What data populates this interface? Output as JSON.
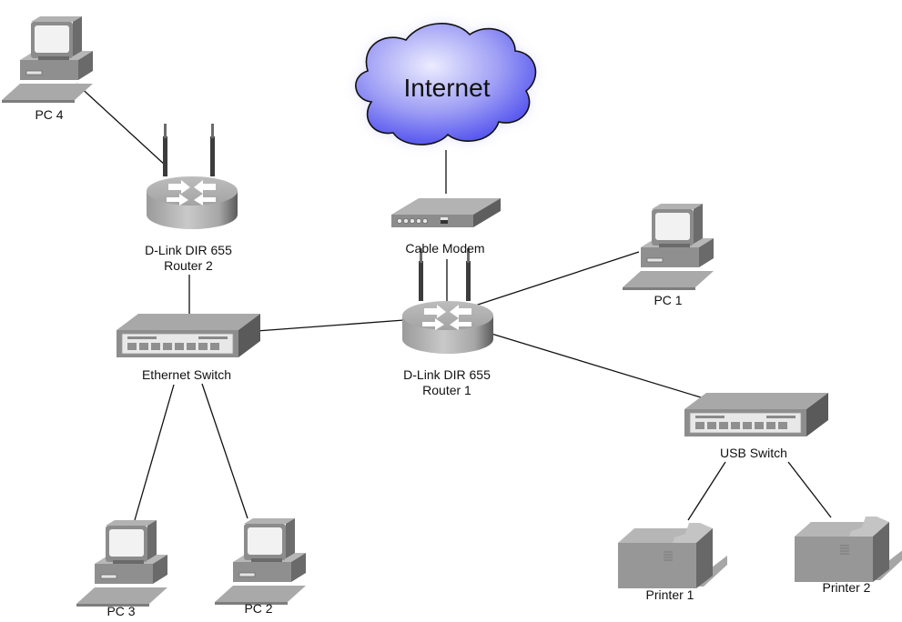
{
  "diagram": {
    "title": "Home network topology",
    "nodes": {
      "internet": {
        "label": "Internet",
        "type": "cloud",
        "fill_light": "#e8e8ff",
        "fill_dark": "#4d4dee"
      },
      "cable_modem": {
        "label": "Cable Modem",
        "type": "modem"
      },
      "router1": {
        "label_line1": "D-Link DIR 655",
        "label_line2": "Router 1",
        "type": "wireless-router"
      },
      "router2": {
        "label_line1": "D-Link DIR 655",
        "label_line2": "Router 2",
        "type": "wireless-router"
      },
      "ethernet_switch": {
        "label": "Ethernet Switch",
        "type": "switch"
      },
      "usb_switch": {
        "label": "USB Switch",
        "type": "switch"
      },
      "pc1": {
        "label": "PC 1",
        "type": "pc"
      },
      "pc2": {
        "label": "PC 2",
        "type": "pc"
      },
      "pc3": {
        "label": "PC 3",
        "type": "pc"
      },
      "pc4": {
        "label": "PC 4",
        "type": "pc"
      },
      "printer1": {
        "label": "Printer 1",
        "type": "printer"
      },
      "printer2": {
        "label": "Printer 2",
        "type": "printer"
      }
    },
    "edges": [
      {
        "from": "internet",
        "to": "cable_modem"
      },
      {
        "from": "cable_modem",
        "to": "router1"
      },
      {
        "from": "router1",
        "to": "pc1"
      },
      {
        "from": "router1",
        "to": "ethernet_switch"
      },
      {
        "from": "router1",
        "to": "usb_switch"
      },
      {
        "from": "router2",
        "to": "pc4"
      },
      {
        "from": "router2",
        "to": "ethernet_switch"
      },
      {
        "from": "ethernet_switch",
        "to": "pc3"
      },
      {
        "from": "ethernet_switch",
        "to": "pc2"
      },
      {
        "from": "usb_switch",
        "to": "printer1"
      },
      {
        "from": "usb_switch",
        "to": "printer2"
      }
    ],
    "colors": {
      "device_light": "#b4b4b4",
      "device_mid": "#8e8e8e",
      "device_dark": "#5e5e5e",
      "screen": "#f2f2f2",
      "line": "#111111"
    }
  }
}
